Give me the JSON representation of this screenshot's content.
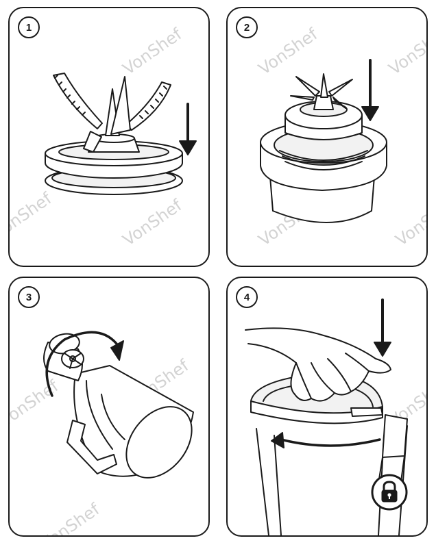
{
  "steps": [
    {
      "number": "1"
    },
    {
      "number": "2"
    },
    {
      "number": "3"
    },
    {
      "number": "4"
    }
  ],
  "watermark": "VonShef",
  "colors": {
    "line": "#1a1a1a",
    "fill_light": "#f2f2f2",
    "watermark": "#d3d3d3"
  }
}
